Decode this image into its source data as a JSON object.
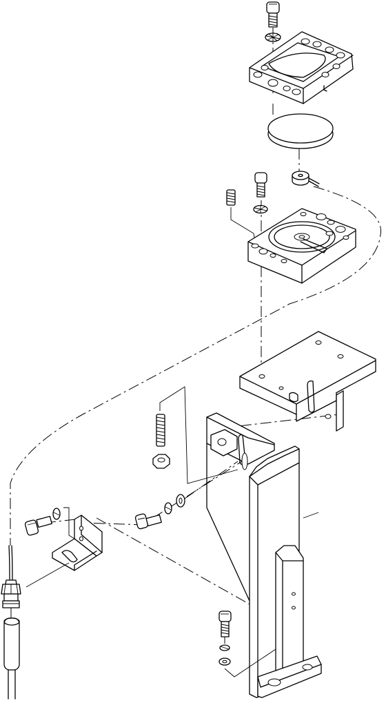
{
  "diagram": {
    "type": "exploded-assembly-drawing",
    "parts": [
      {
        "name": "socket-head-cap-screw",
        "count": 4
      },
      {
        "name": "lock-washer",
        "count": 5
      },
      {
        "name": "flat-washer",
        "count": 2
      },
      {
        "name": "clamp-ring-plate",
        "count": 1
      },
      {
        "name": "glass-disc",
        "count": 1
      },
      {
        "name": "sensor-button",
        "count": 1
      },
      {
        "name": "set-screw",
        "count": 1
      },
      {
        "name": "base-plate-with-recess",
        "count": 1
      },
      {
        "name": "mounting-plate",
        "count": 1
      },
      {
        "name": "hex-nut",
        "count": 1
      },
      {
        "name": "threaded-stud",
        "count": 1
      },
      {
        "name": "column-bracket",
        "count": 1
      },
      {
        "name": "angle-bracket",
        "count": 1
      },
      {
        "name": "cable-connector",
        "count": 1
      }
    ]
  }
}
